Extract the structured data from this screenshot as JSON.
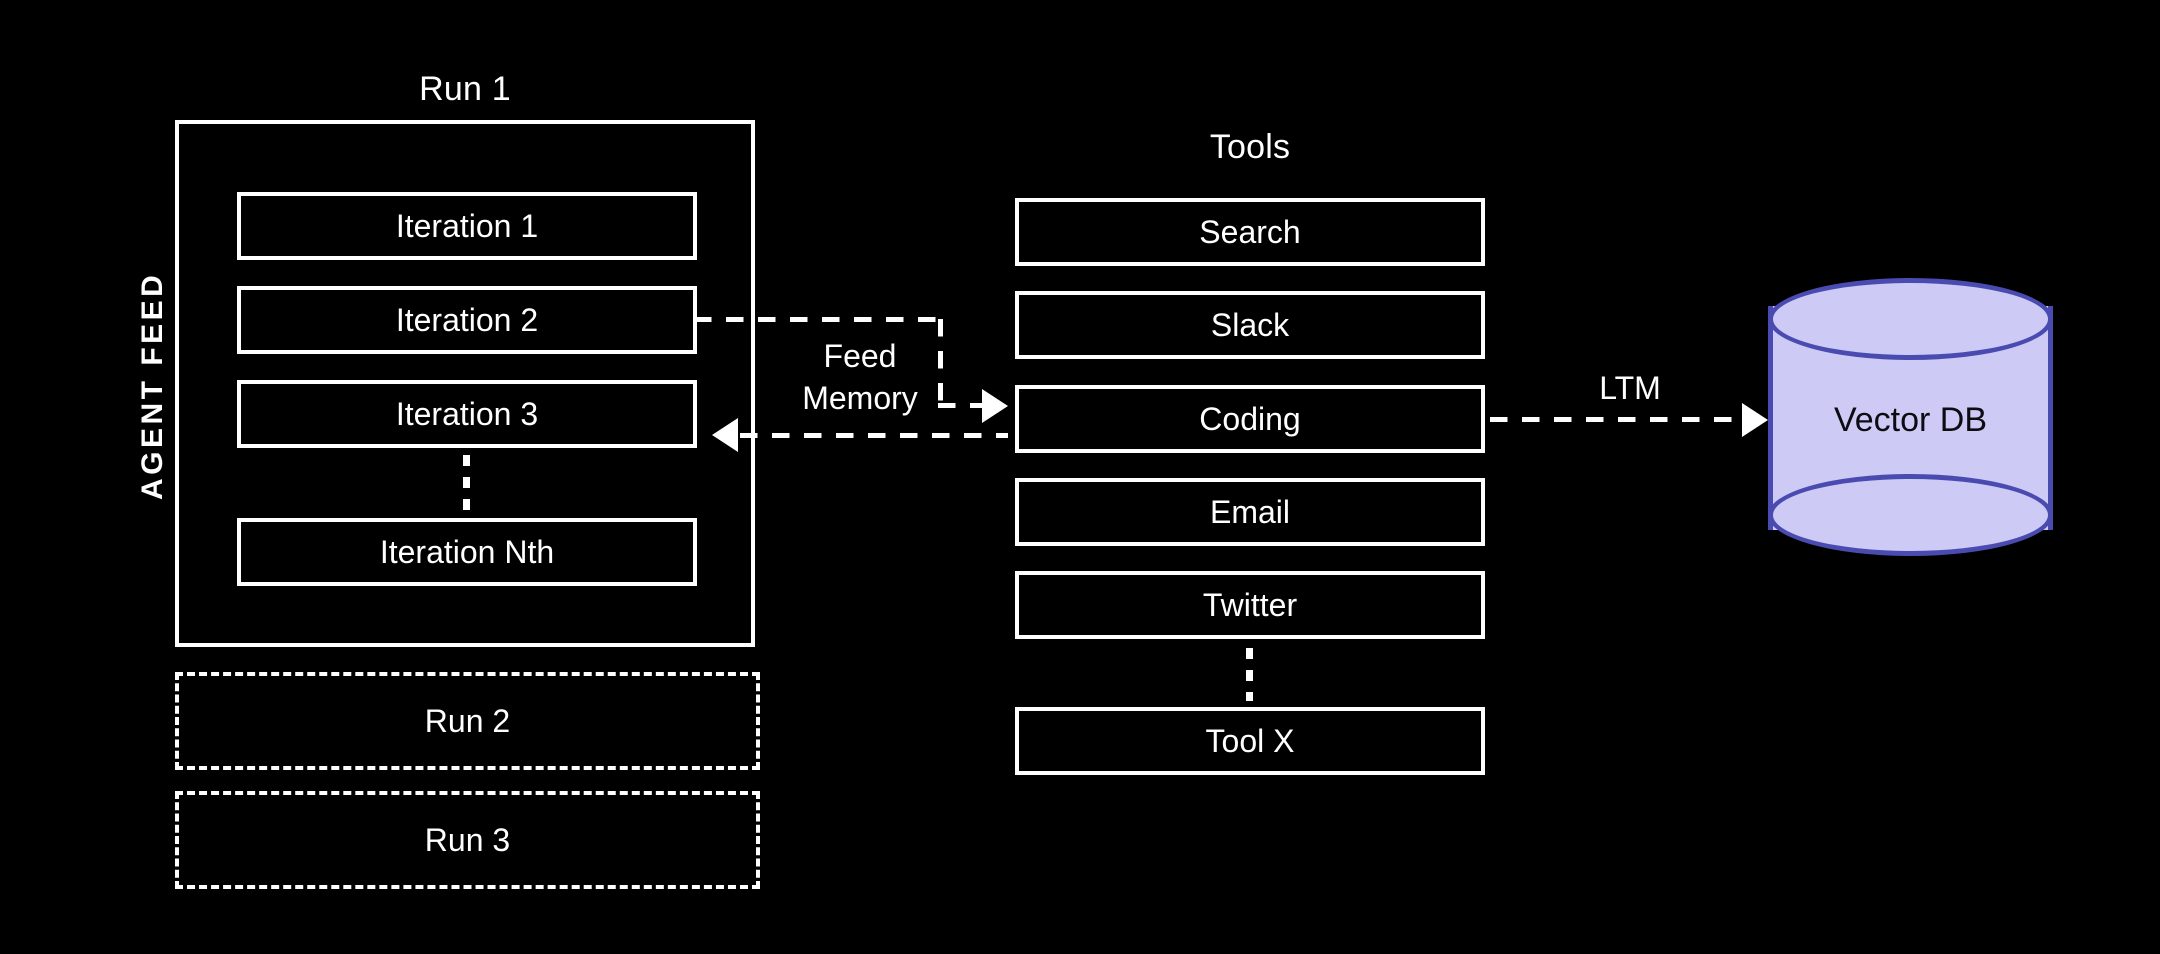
{
  "diagram": {
    "title": "Agent Feed / Tools / Vector DB architecture",
    "background_color": "#000000",
    "stroke_color": "#ffffff"
  },
  "agent_feed": {
    "vertical_label": "AGENT FEED",
    "run1_title": "Run 1",
    "iterations": [
      {
        "label": "Iteration 1"
      },
      {
        "label": "Iteration 2"
      },
      {
        "label": "Iteration 3"
      },
      {
        "label": "Iteration Nth"
      }
    ],
    "ellipsis_between": "vertical-dots",
    "other_runs": [
      {
        "label": "Run 2"
      },
      {
        "label": "Run 3"
      }
    ]
  },
  "feed_memory": {
    "label_line1": "Feed",
    "label_line2": "Memory",
    "label": "Feed Memory",
    "outbound_from": "Iteration 2",
    "outbound_to": "Coding",
    "inbound_from": "Coding",
    "inbound_to": "Iteration 3"
  },
  "tools": {
    "title": "Tools",
    "items": [
      {
        "label": "Search"
      },
      {
        "label": "Slack"
      },
      {
        "label": "Coding"
      },
      {
        "label": "Email"
      },
      {
        "label": "Twitter"
      },
      {
        "label": "Tool X"
      }
    ],
    "ellipsis_between": "vertical-dots"
  },
  "ltm": {
    "label": "LTM",
    "from": "Coding",
    "to": "Vector DB"
  },
  "vector_db": {
    "label": "Vector DB",
    "fill_color": "#cdcaf5",
    "stroke_color": "#4a4bb0",
    "text_color": "#0c0c12"
  }
}
